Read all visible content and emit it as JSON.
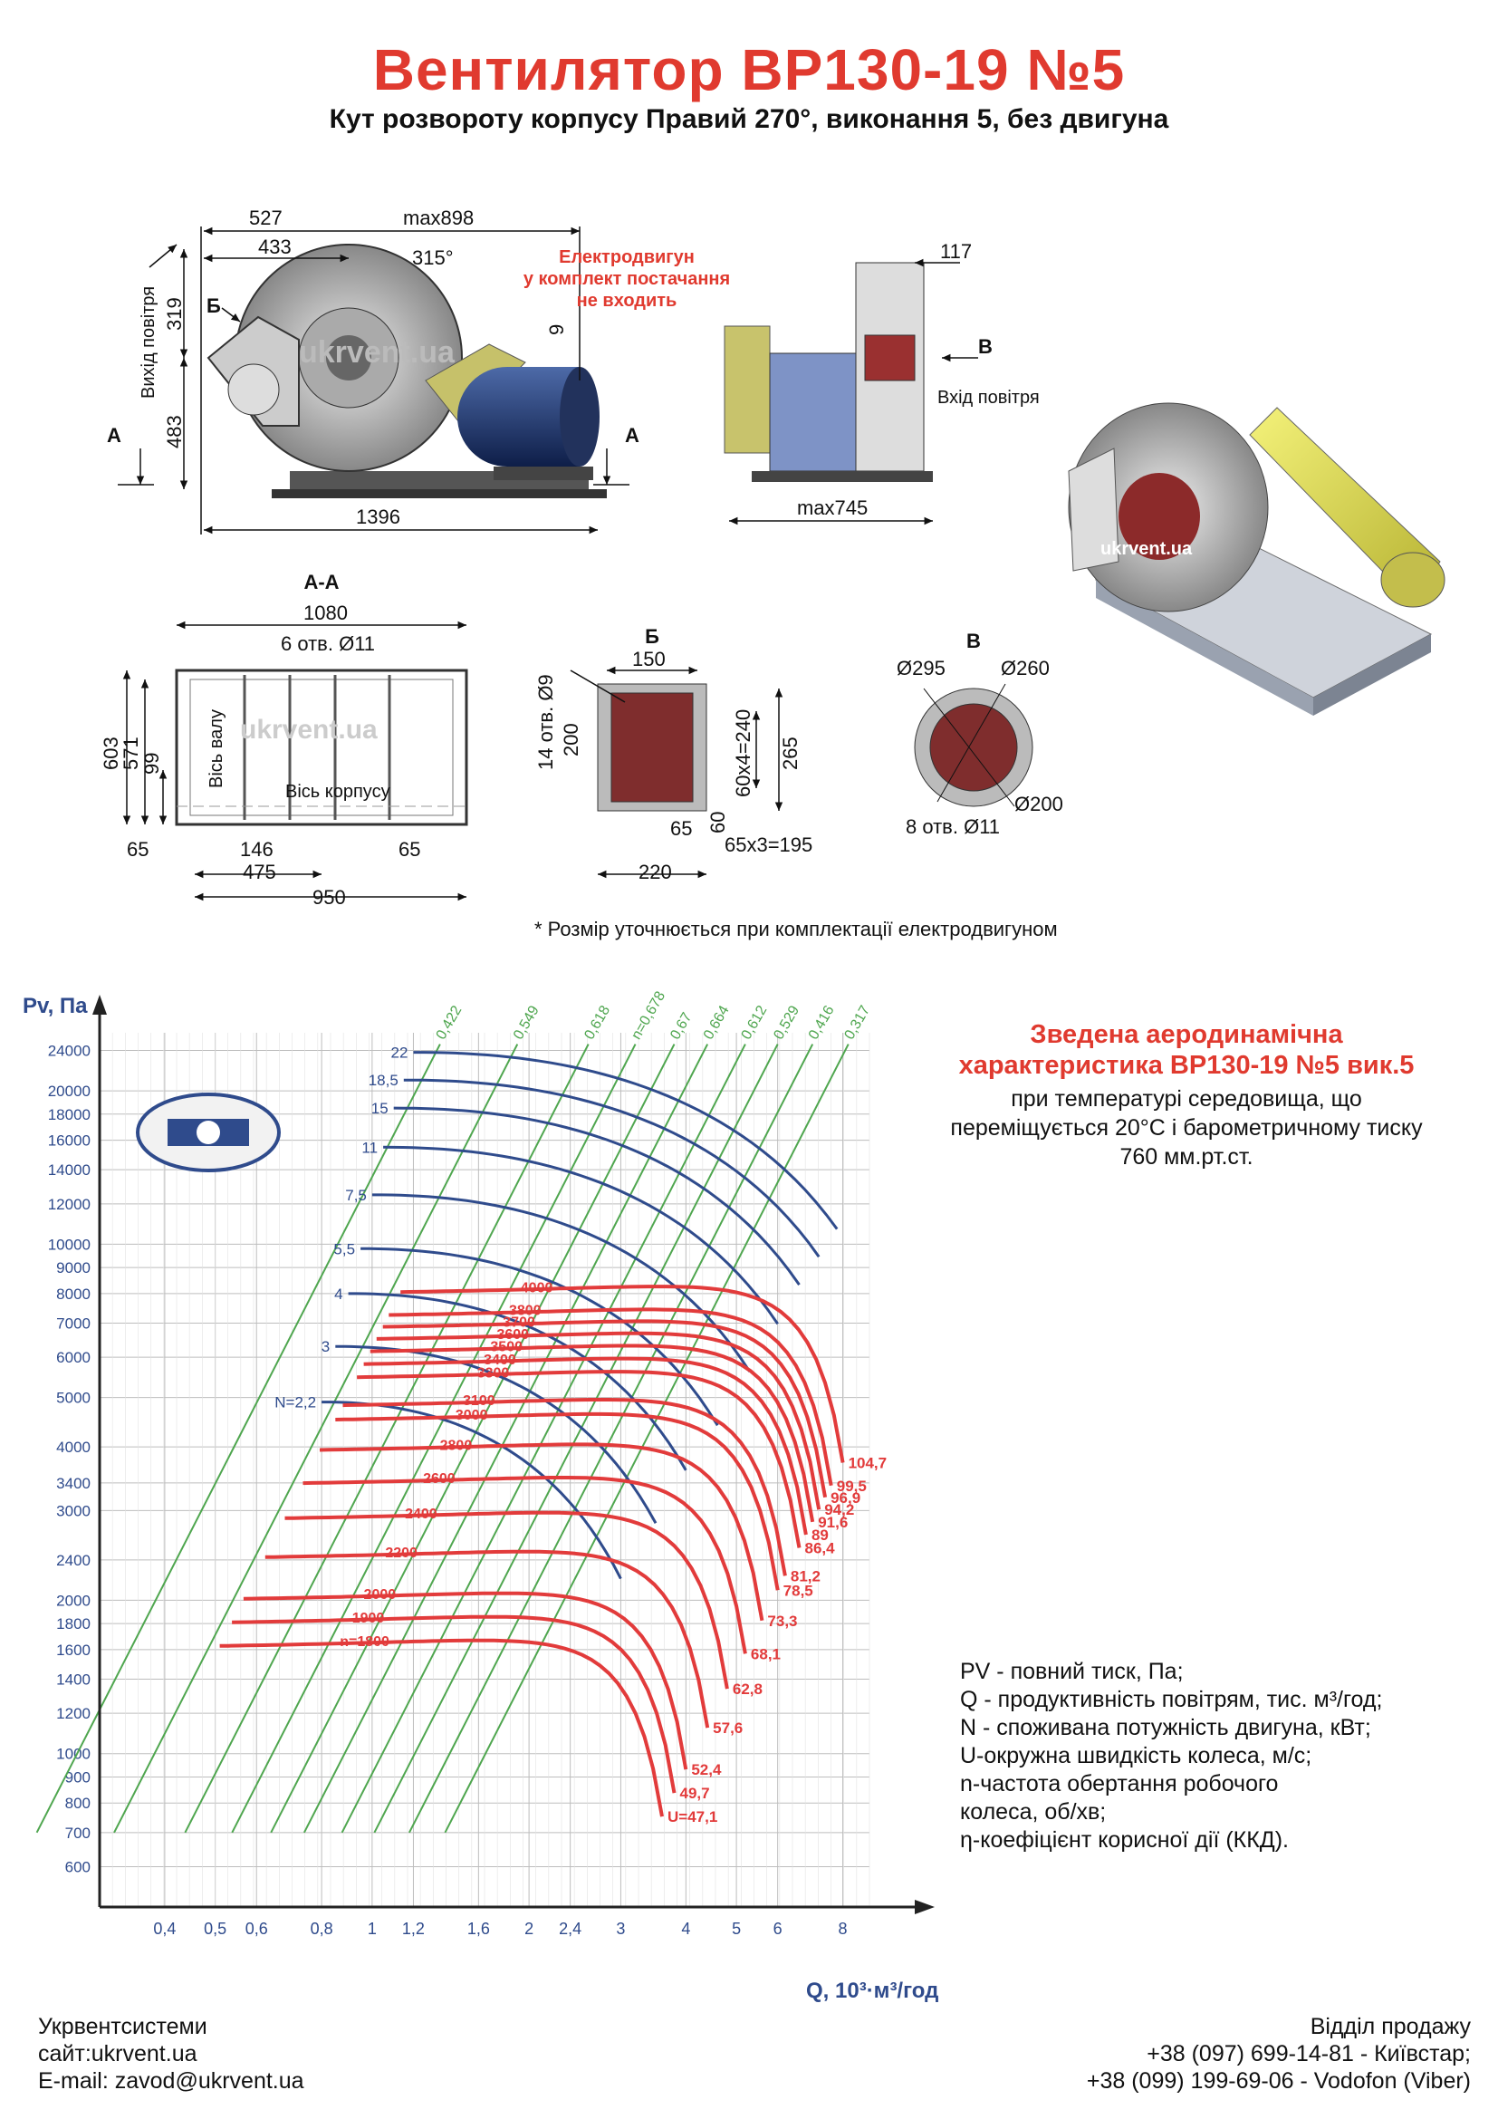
{
  "title": "Вентилятор ВР130-19 №5",
  "subtitle": "Кут розвороту корпусу Правий 270°, виконання 5, без двигуна",
  "drawing": {
    "dims_top": [
      "527",
      "max898",
      "433",
      "315°"
    ],
    "motor_note": [
      "Електродвигун",
      "у комплект постачання",
      "не входить"
    ],
    "air_out": "Вихід повітря",
    "air_in": "Вхід повітря",
    "dims_side": [
      "319",
      "483",
      "9"
    ],
    "dim_1396": "1396",
    "dim_117": "117",
    "dim_max745": "max745",
    "label_A": "A",
    "label_B": "Б",
    "label_V": "В",
    "section_AA": "А-А",
    "aa_dims": [
      "1080",
      "6 отв. Ø11",
      "603",
      "571",
      "99",
      "65",
      "146",
      "475",
      "65",
      "950"
    ],
    "axis_shaft": "Вісь валу",
    "axis_body": "Вісь корпусу",
    "b_dims": [
      "150",
      "14 отв. Ø9",
      "200",
      "265",
      "60х4=240",
      "60",
      "65",
      "65х3=195",
      "220"
    ],
    "v_dims": [
      "Ø295",
      "Ø260",
      "Ø200",
      "8 отв. Ø11"
    ],
    "watermark": "ukrvent.ua",
    "note": "* Розмір уточнюється при комплектації електродвигуном"
  },
  "characteristic": {
    "title": [
      "Зведена аеродинамічна",
      "характеристика ВР130-19 №5 вик.5"
    ],
    "desc": [
      "при температурі середовища, що",
      "переміщується 20°С і барометричному тиску",
      "760 мм.рт.ст."
    ]
  },
  "legend": [
    "PV - повний тиск, Па;",
    "Q - продуктивність повітрям, тис. м³/год;",
    "N - споживана потужність двигуна, кВт;",
    "U-окружна швидкість колеса, м/с;",
    "n-частота обертання робочого",
    "колеса, об/хв;",
    "η-коефіцієнт корисної дії (ККД)."
  ],
  "footer_left": [
    "Укрвентсистеми",
    "сайт:ukrvent.ua",
    "E-mail: zavod@ukrvent.ua"
  ],
  "footer_right": [
    "Відділ продажу",
    "+38 (097) 699-14-81 - Київстар;",
    "+38 (099) 199-69-06 - Vodofon (Viber)"
  ],
  "chart_data": {
    "type": "line",
    "xlabel": "Q, 10³·м³/год",
    "ylabel": "Pv, Па",
    "x_scale": "log",
    "y_scale": "log",
    "xlim": [
      0.3,
      9
    ],
    "ylim": [
      500,
      26000
    ],
    "x_ticks": [
      0.4,
      0.5,
      0.6,
      0.8,
      1,
      1.2,
      1.6,
      2,
      2.4,
      3,
      4,
      5,
      6,
      8
    ],
    "x_tick_labels": [
      "0,4",
      "0,5",
      "0,6",
      "0,8",
      "1",
      "1,2",
      "1,6",
      "2",
      "2,4",
      "3",
      "4",
      "5",
      "6",
      "8"
    ],
    "y_ticks": [
      600,
      700,
      800,
      900,
      1000,
      1200,
      1400,
      1600,
      1800,
      2000,
      2400,
      3000,
      3400,
      4000,
      5000,
      6000,
      7000,
      8000,
      9000,
      10000,
      12000,
      14000,
      16000,
      18000,
      20000,
      24000
    ],
    "grid": true,
    "rpm_series": [
      {
        "name": "n=1800",
        "u": "U=47,1",
        "p0": 1600,
        "q_max": 3.6
      },
      {
        "name": "1900",
        "u": "49,7",
        "p0": 1780,
        "q_max": 3.8
      },
      {
        "name": "2000",
        "u": "52,4",
        "p0": 1980,
        "q_max": 4.0
      },
      {
        "name": "2200",
        "u": "57,6",
        "p0": 2390,
        "q_max": 4.4
      },
      {
        "name": "2400",
        "u": "62,8",
        "p0": 2850,
        "q_max": 4.8
      },
      {
        "name": "2600",
        "u": "68,1",
        "p0": 3340,
        "q_max": 5.2
      },
      {
        "name": "2800",
        "u": "73,3",
        "p0": 3880,
        "q_max": 5.6
      },
      {
        "name": "3000",
        "u": "78,5",
        "p0": 4450,
        "q_max": 6.0
      },
      {
        "name": "3100",
        "u": "81,2",
        "p0": 4750,
        "q_max": 6.2
      },
      {
        "name": "3300",
        "u": "86,4",
        "p0": 5390,
        "q_max": 6.6
      },
      {
        "name": "3400",
        "u": "89",
        "p0": 5720,
        "q_max": 6.8
      },
      {
        "name": "3500",
        "u": "91,6",
        "p0": 6060,
        "q_max": 7.0
      },
      {
        "name": "3600",
        "u": "94,2",
        "p0": 6410,
        "q_max": 7.2
      },
      {
        "name": "3700",
        "u": "96,9",
        "p0": 6770,
        "q_max": 7.4
      },
      {
        "name": "3800",
        "u": "99,5",
        "p0": 7140,
        "q_max": 7.6
      },
      {
        "name": "4000",
        "u": "104,7",
        "p0": 7920,
        "q_max": 8.0
      }
    ],
    "power_series": [
      {
        "name": "N=2,2",
        "q0": 0.8,
        "p0": 4900,
        "q1": 3.0,
        "p1": 2500
      },
      {
        "name": "3",
        "q0": 0.85,
        "p0": 6300,
        "q1": 3.5,
        "p1": 3000
      },
      {
        "name": "4",
        "q0": 0.9,
        "p0": 8000,
        "q1": 4.0,
        "p1": 3600
      },
      {
        "name": "5,5",
        "q0": 0.95,
        "p0": 9800,
        "q1": 4.6,
        "p1": 4500
      },
      {
        "name": "7,5",
        "q0": 1.0,
        "p0": 12500,
        "q1": 5.3,
        "p1": 5400
      },
      {
        "name": "11",
        "q0": 1.05,
        "p0": 15500,
        "q1": 6.0,
        "p1": 6600
      },
      {
        "name": "15",
        "q0": 1.1,
        "p0": 18500,
        "q1": 6.6,
        "p1": 7800
      },
      {
        "name": "18,5",
        "q0": 1.15,
        "p0": 21000,
        "q1": 7.2,
        "p1": 9000
      },
      {
        "name": "22",
        "q0": 1.2,
        "p0": 23800,
        "q1": 7.8,
        "p1": 10200
      }
    ],
    "efficiency_series": [
      {
        "name": "0,422",
        "q_top": 1.35
      },
      {
        "name": "0,549",
        "q_top": 1.9
      },
      {
        "name": "0,618",
        "q_top": 2.6
      },
      {
        "name": "n=0,678",
        "q_top": 3.2
      },
      {
        "name": "0,67",
        "q_top": 3.8
      },
      {
        "name": "0,664",
        "q_top": 4.4
      },
      {
        "name": "0,612",
        "q_top": 5.2
      },
      {
        "name": "0,529",
        "q_top": 6.0
      },
      {
        "name": "0,416",
        "q_top": 7.0
      },
      {
        "name": "0,317",
        "q_top": 8.2
      }
    ],
    "colors": {
      "rpm": "#e23b3b",
      "power": "#2f4b8c",
      "efficiency": "#4fa64f",
      "grid": "#bdbdbd"
    }
  }
}
